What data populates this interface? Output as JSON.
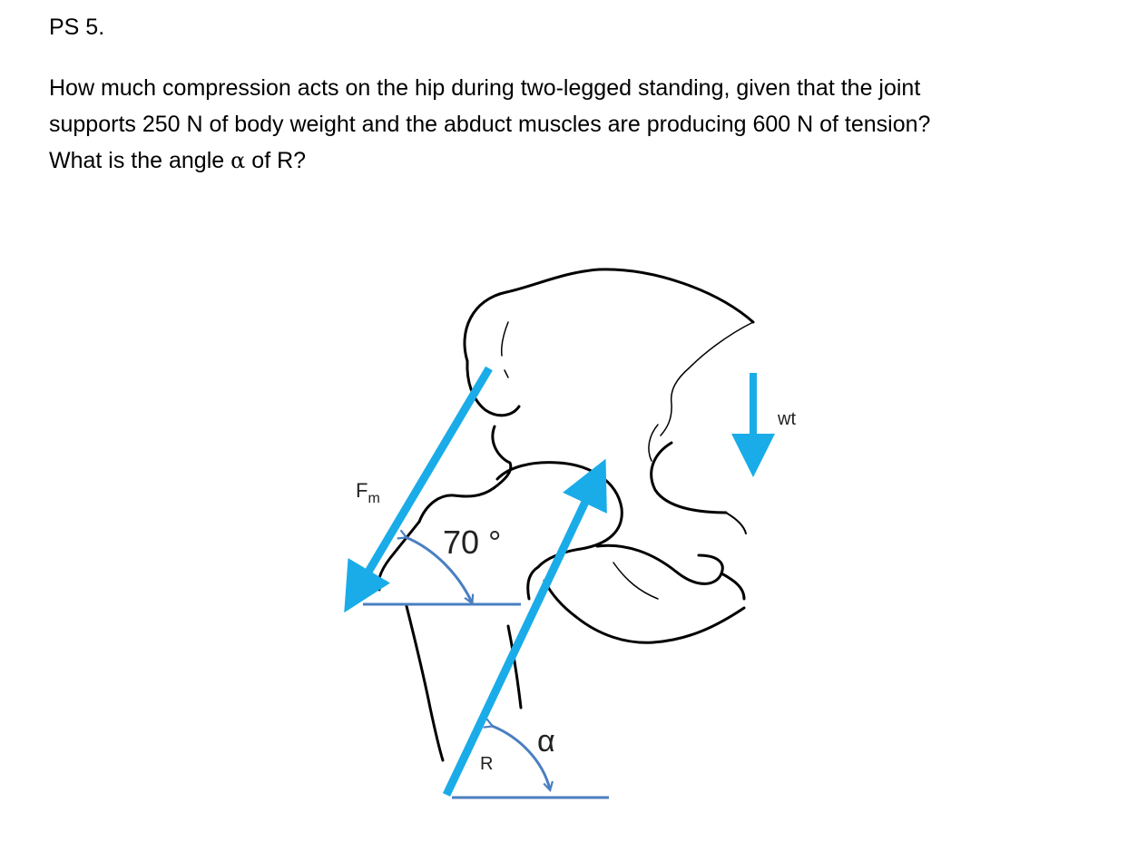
{
  "problem": {
    "number": "PS 5.",
    "line1": "How much compression acts on the hip during two-legged standing, given that the joint",
    "line2": "supports 250 N of body weight and the abduct muscles are producing 600 N of tension?",
    "line3_before": "What is the angle ",
    "line3_symbol": "α",
    "line3_after": " of R?"
  },
  "diagram": {
    "labels": {
      "fm_main": "F",
      "fm_sub": "m",
      "angle_70": "70 °",
      "alpha": "α",
      "r": "R",
      "wt": "wt"
    },
    "colors": {
      "force_arrow": "#1aace8",
      "angle_line": "#4a7fc1",
      "outline": "#000000"
    }
  }
}
